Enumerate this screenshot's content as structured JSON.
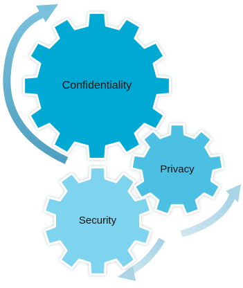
{
  "gears": [
    {
      "key": "confidentiality",
      "label": "Confidentiality",
      "color": "#06a9d4"
    },
    {
      "key": "privacy",
      "label": "Privacy",
      "color": "#4cc0e3"
    },
    {
      "key": "security",
      "label": "Security",
      "color": "#7ed3ee"
    }
  ],
  "arrows": [
    {
      "key": "top-left-arc",
      "color": "#5aa8c4"
    },
    {
      "key": "bottom-right-arc",
      "color": "#a8d4e6"
    }
  ]
}
